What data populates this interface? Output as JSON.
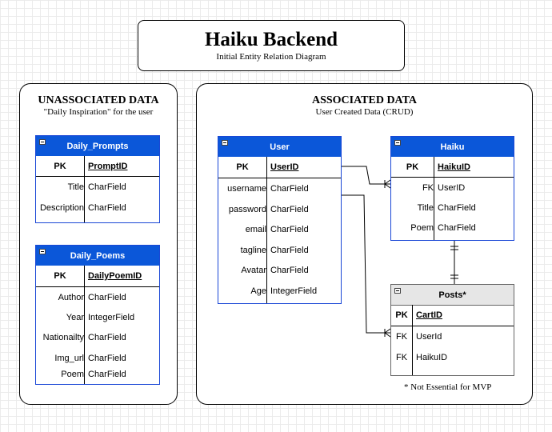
{
  "title": {
    "heading": "Haiku Backend",
    "subtitle": "Initial Entity Relation Diagram"
  },
  "groups": {
    "unassociated": {
      "heading": "UNASSOCIATED DATA",
      "subtitle": "\"Daily Inspiration\" for the user"
    },
    "associated": {
      "heading": "ASSOCIATED DATA",
      "subtitle": "User Created Data (CRUD)"
    }
  },
  "colors": {
    "table_header": "#0b57d9",
    "table_border": "#1a47d6",
    "optional_header": "#e6e6e6"
  },
  "tables": {
    "daily_prompts": {
      "name": "Daily_Prompts",
      "key": {
        "kind": "PK",
        "field": "PromptID"
      },
      "fields": [
        {
          "name": "Title",
          "type": "CharField"
        },
        {
          "name": "Description",
          "type": "CharField"
        }
      ]
    },
    "daily_poems": {
      "name": "Daily_Poems",
      "key": {
        "kind": "PK",
        "field": "DailyPoemID"
      },
      "fields": [
        {
          "name": "Author",
          "type": "CharField"
        },
        {
          "name": "Year",
          "type": "IntegerField"
        },
        {
          "name": "Nationailty",
          "type": "CharField"
        },
        {
          "name": "Img_url",
          "type": "CharField"
        },
        {
          "name": "Poem",
          "type": "CharField"
        }
      ]
    },
    "user": {
      "name": "User",
      "key": {
        "kind": "PK",
        "field": "UserID"
      },
      "fields": [
        {
          "name": "username",
          "type": "CharField"
        },
        {
          "name": "password",
          "type": "CharField"
        },
        {
          "name": "email",
          "type": "CharField"
        },
        {
          "name": "tagline",
          "type": "CharField"
        },
        {
          "name": "Avatar",
          "type": "CharField"
        },
        {
          "name": "Age",
          "type": "IntegerField"
        }
      ]
    },
    "haiku": {
      "name": "Haiku",
      "key": {
        "kind": "PK",
        "field": "HaikuID"
      },
      "fields": [
        {
          "name": "FK",
          "type": "UserID"
        },
        {
          "name": "Title",
          "type": "CharField"
        },
        {
          "name": "Poem",
          "type": "CharField"
        }
      ]
    },
    "posts": {
      "name": "Posts*",
      "key": {
        "kind": "PK",
        "field": "CartID"
      },
      "fields": [
        {
          "name": "FK",
          "type": "UserId"
        },
        {
          "name": "FK",
          "type": "HaikuID"
        }
      ]
    }
  },
  "note": "* Not Essential for MVP"
}
